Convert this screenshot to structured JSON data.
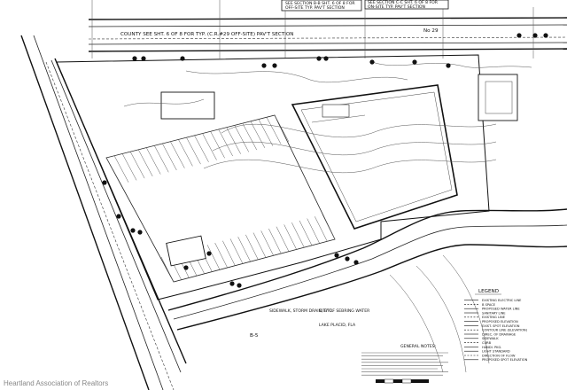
{
  "header": {
    "section_b_label": "SEE SECTION B-B SHT. 6 OF 8 FOR",
    "section_b_label2": "OFF-SITE TYP. PAV'T SECTION",
    "section_c_label": "SEE SECTION C-C SHT. 6 OF 8 FOR",
    "section_c_label2": "ON-SITE TYP. PAV'T SECTION",
    "county_road_label": "COUNTY SEE SHT. 6 OF 8 FOR TYP. (C.R.#29 OFF-SITE) PAV'T SECTION",
    "road_number": "No 29"
  },
  "notes": {
    "water_note": "CITY OF SEBRING WATER",
    "lake_note": "LAKE PLACID, FLA",
    "plan_label": "B-5",
    "legend_title": "LEGEND",
    "general_notes_title": "GENERAL NOTES:",
    "bottom_note": "SIDEWALK, STORM DRAIN, ETC."
  },
  "legend_items": [
    "EXISTING ELECTRIC LINE",
    "B SPACE",
    "PROPOSED WATER LINE",
    "SANITARY LINE",
    "EXISTING LINE",
    "PROPOSED ELEVATION",
    "EXIST. SPOT ELEVATION",
    "CONTOUR LINE (ELEVATION)",
    "DIREC. OF DRAINAGE",
    "SIDEWALK",
    "CURB",
    "HANDI. PKG.",
    "LIGHT STANDARD",
    "DIRECTION OF FLOW",
    "PROPOSED SPOT ELEVATION"
  ],
  "watermark": "Heartland Association of Realtors"
}
